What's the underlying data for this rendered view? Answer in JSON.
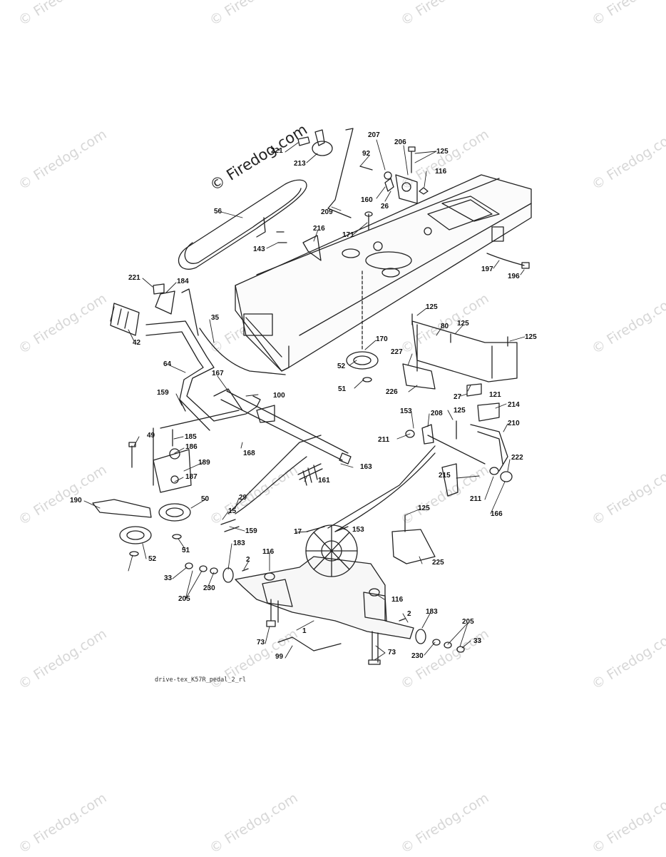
{
  "watermark": {
    "repeat_text": "© Firedog.com",
    "main_text": "© Firedog.com"
  },
  "caption": "drive-tex_K57R_pedal_2_rl",
  "callouts": [
    "221",
    "213",
    "207",
    "206",
    "125",
    "92",
    "116",
    "160",
    "26",
    "209",
    "56",
    "171",
    "216",
    "143",
    "197",
    "196",
    "221",
    "184",
    "35",
    "42",
    "125",
    "80",
    "125",
    "125",
    "170",
    "227",
    "64",
    "52",
    "167",
    "100",
    "226",
    "51",
    "27",
    "121",
    "159",
    "214",
    "125",
    "153",
    "208",
    "49",
    "185",
    "186",
    "189",
    "168",
    "211",
    "210",
    "222",
    "187",
    "163",
    "161",
    "215",
    "190",
    "50",
    "29",
    "211",
    "166",
    "15",
    "159",
    "125",
    "17",
    "153",
    "51",
    "52",
    "225",
    "183",
    "2",
    "116",
    "33",
    "230",
    "205",
    "116",
    "2",
    "183",
    "1",
    "205",
    "73",
    "33",
    "99",
    "73",
    "230"
  ]
}
